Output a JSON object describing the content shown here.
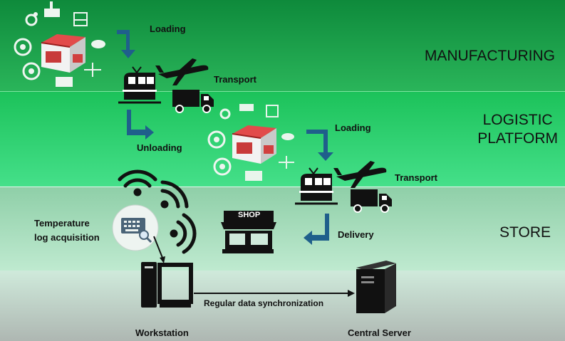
{
  "zones": {
    "manufacturing": "MANUFACTURING",
    "logistic_line1": "LOGISTIC",
    "logistic_line2": "PLATFORM",
    "store": "STORE"
  },
  "labels": {
    "loading_1": "Loading",
    "transport_1": "Transport",
    "unloading": "Unloading",
    "loading_2": "Loading",
    "transport_2": "Transport",
    "delivery": "Delivery",
    "temperature_line1": "Temperature",
    "temperature_line2": "log acquisition",
    "shop_sign": "SHOP",
    "sync": "Regular data synchronization",
    "workstation": "Workstation",
    "central_server": "Central Server"
  },
  "colors": {
    "arrow": "#1f5f8b",
    "roof": "#d9363a",
    "icon_light": "#e8f0ec",
    "dark": "#111111"
  }
}
